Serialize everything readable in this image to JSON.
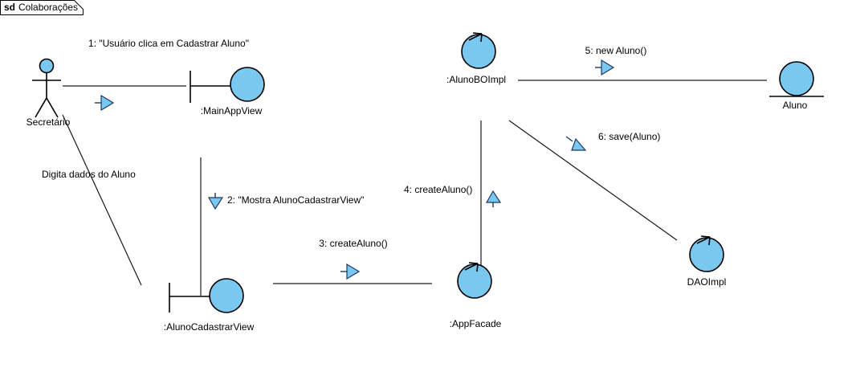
{
  "frame": {
    "keyword": "sd",
    "name": "Colaborações"
  },
  "colors": {
    "node_fill": "#79C8EF",
    "stroke": "#000000",
    "arrow_fill": "#79C8EF",
    "arrow_stroke": "#1F3864",
    "background": "#FFFFFF"
  },
  "nodes": [
    {
      "id": "secretario",
      "label": "Secretário",
      "stereotype": "actor"
    },
    {
      "id": "mainappview",
      "label": ":MainAppView",
      "stereotype": "boundary"
    },
    {
      "id": "alunocadastrarview",
      "label": ":AlunoCadastrarView",
      "stereotype": "boundary"
    },
    {
      "id": "alunoboimpl",
      "label": ":AlunoBOImpl",
      "stereotype": "control"
    },
    {
      "id": "appfacade",
      "label": ":AppFacade",
      "stereotype": "control"
    },
    {
      "id": "daoimpl",
      "label": "DAOImpl",
      "stereotype": "control"
    },
    {
      "id": "aluno",
      "label": "Aluno",
      "stereotype": "entity"
    }
  ],
  "messages": [
    {
      "id": "m1",
      "label": "1: \"Usuário clica em Cadastrar Aluno\"",
      "from": "secretario",
      "to": "mainappview",
      "direction": "right"
    },
    {
      "id": "m2",
      "label": "2: \"Mostra AlunoCadastrarView\"",
      "from": "mainappview",
      "to": "alunocadastrarview",
      "direction": "down"
    },
    {
      "id": "m3",
      "label": "3: createAluno()",
      "from": "alunocadastrarview",
      "to": "appfacade",
      "direction": "right"
    },
    {
      "id": "m4",
      "label": "4: createAluno()",
      "from": "appfacade",
      "to": "alunoboimpl",
      "direction": "up"
    },
    {
      "id": "m5",
      "label": "5: new Aluno()",
      "from": "alunoboimpl",
      "to": "aluno",
      "direction": "right"
    },
    {
      "id": "m6",
      "label": "6: save(Aluno)",
      "from": "daoimpl",
      "to": "alunoboimpl",
      "direction": "up-left"
    }
  ],
  "annotations": [
    {
      "id": "a1",
      "label": "Digita dados do Aluno",
      "from": "secretario",
      "to": "alunocadastrarview"
    }
  ]
}
